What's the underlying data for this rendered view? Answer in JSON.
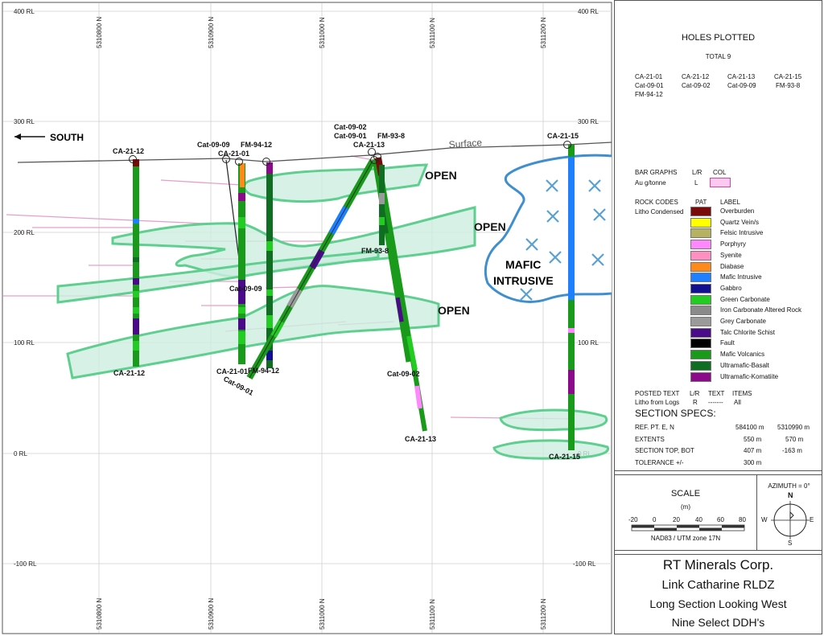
{
  "map": {
    "rl_labels": [
      "400 RL",
      "300 RL",
      "200 RL",
      "100 RL",
      "0 RL",
      "-100 RL"
    ],
    "northings": [
      "5310800 N",
      "5310900 N",
      "5311000 N",
      "5311100 N",
      "5311200 N"
    ],
    "south_label": "SOUTH",
    "surface_label": "Surface",
    "open_labels": [
      "OPEN",
      "OPEN",
      "OPEN"
    ],
    "mafic_label_1": "MAFIC",
    "mafic_label_2": "INTRUSIVE",
    "hole_labels": {
      "ca2112_top": "CA-21-12",
      "ca2112_bot": "CA-21-12",
      "cat0909_top": "Cat-09-09",
      "ca2101_top": "CA-21-01",
      "fm9412_top": "FM-94-12",
      "cat0902_top": "Cat-09-02",
      "cat0901_top": "Cat-09-01",
      "fm938_top": "FM-93-8",
      "ca2113_top": "CA-21-13",
      "ca2115_top": "CA-21-15",
      "ca2115_bot": "CA-21-15",
      "fm938_bot": "FM-93-8",
      "cat0909_bot": "Cat-09-09",
      "ca2101_bot": "CA-21-01",
      "fm9412_bot": "FM-94-12",
      "cat0901_bot": "Cat-09-01",
      "cat0902_bot": "Cat-09-02",
      "ca2113_bot": "CA-21-13"
    }
  },
  "legend": {
    "holes_title": "HOLES PLOTTED",
    "total": "TOTAL 9",
    "holes": [
      "CA-21-01",
      "CA-21-12",
      "CA-21-13",
      "CA-21-15",
      "Cat-09-01",
      "Cat-09-02",
      "Cat-09-09",
      "FM-93-8",
      "FM-94-12"
    ],
    "bar_graphs": "BAR GRAPHS",
    "lr": "L/R",
    "col": "COL",
    "au": "Au g/tonne",
    "l": "L",
    "rock_codes": "ROCK CODES",
    "litho": "Litho Condensed",
    "pat": "PAT",
    "label": "LABEL",
    "rocks": [
      {
        "name": "Overburden",
        "color": "#7b0a0a"
      },
      {
        "name": "Quartz Vein/s",
        "color": "#ffff00"
      },
      {
        "name": "Felsic Intrusive",
        "color": "#b5b35f"
      },
      {
        "name": "Porphyry",
        "color": "#ff88ff"
      },
      {
        "name": "Syenite",
        "color": "#ff8fc0"
      },
      {
        "name": "Diabase",
        "color": "#ff8a1a"
      },
      {
        "name": "Mafic Intrusive",
        "color": "#1e7fff"
      },
      {
        "name": "Gabbro",
        "color": "#101090"
      },
      {
        "name": "Green Carbonate",
        "color": "#22cc22"
      },
      {
        "name": "Iron Carbonate Altered Rock",
        "color": "#8a8a8a"
      },
      {
        "name": "Grey Carbonate",
        "color": "#9a9a9a"
      },
      {
        "name": "Talc Chlorite Schist",
        "color": "#4a0a8a"
      },
      {
        "name": "Fault",
        "color": "#000000"
      },
      {
        "name": "Mafic Volcanics",
        "color": "#1a9a1a"
      },
      {
        "name": "Ultramafic-Basalt",
        "color": "#0f6e22"
      },
      {
        "name": "Ultramafic-Komatiite",
        "color": "#8a0a8a"
      }
    ],
    "posted_text": "POSTED TEXT",
    "text": "TEXT",
    "items": "ITEMS",
    "litho_logs": "Litho from Logs",
    "r": "R",
    "dashes": "-------",
    "all": "All",
    "section_specs": "SECTION  SPECS:",
    "ref_pt": "REF. PT.  E, N",
    "ref_e": "584100 m",
    "ref_n": "5310990 m",
    "extents": "EXTENTS",
    "ext_1": "550 m",
    "ext_2": "570 m",
    "top_bot": "SECTION TOP, BOT",
    "top": "407 m",
    "bot": "-163 m",
    "tolerance": "TOLERANCE  +/-",
    "tol_val": "300 m",
    "scale": "SCALE",
    "scale_unit": "(m)",
    "scale_ticks": [
      "-20",
      "0",
      "20",
      "40",
      "60",
      "80"
    ],
    "nad": "NAD83 / UTM zone 17N",
    "azimuth": "AZIMUTH = 0°",
    "compass": {
      "n": "N",
      "s": "S",
      "e": "E",
      "w": "W"
    },
    "company": "RT Minerals Corp.",
    "project": "Link Catharine RLDZ",
    "section": "Long Section Looking West",
    "subtitle": "Nine Select DDH's"
  }
}
